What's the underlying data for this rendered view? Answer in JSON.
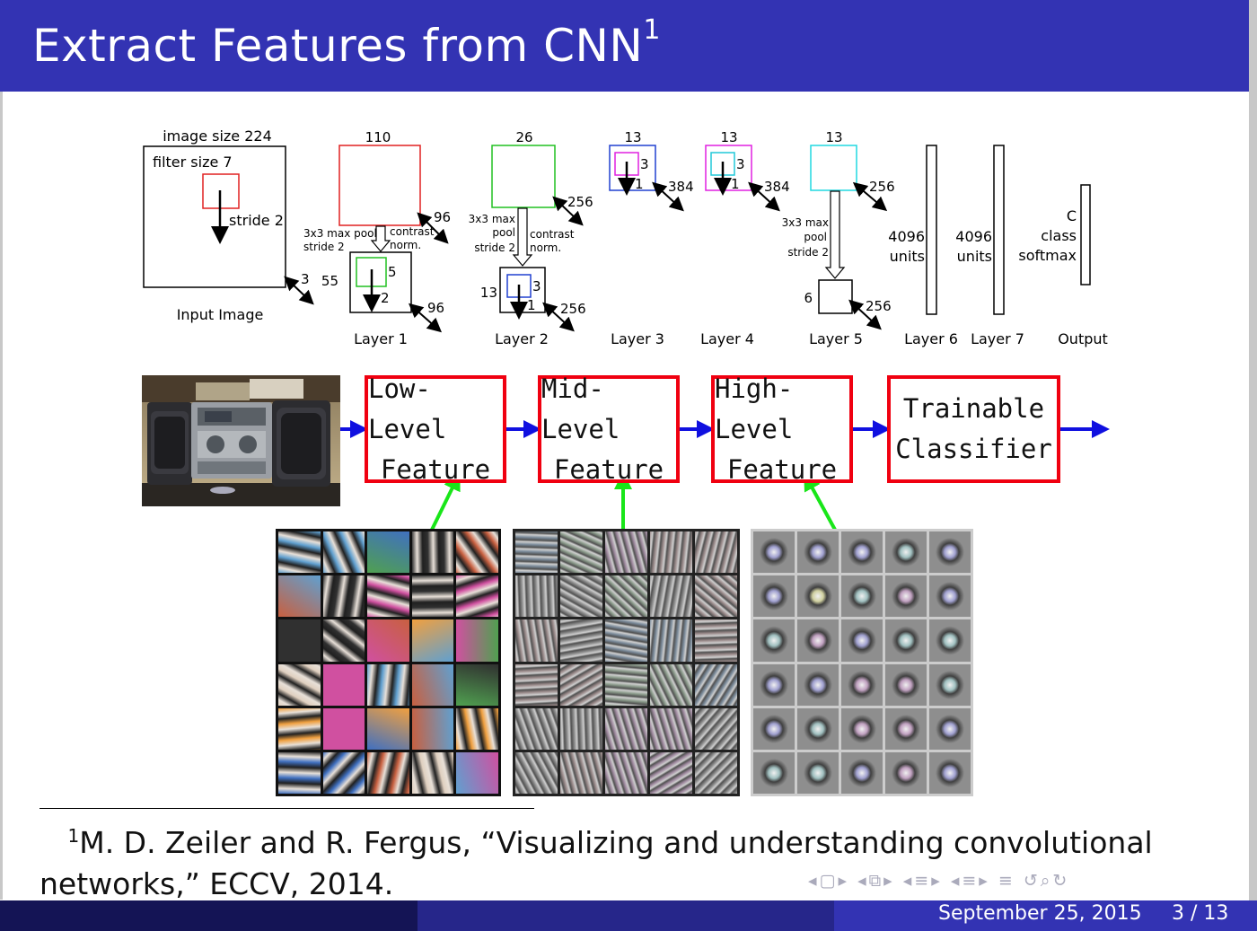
{
  "slide": {
    "title": "Extract Features from CNN",
    "title_sup": "1"
  },
  "architecture": {
    "input": {
      "top": "image size 224",
      "filter": "filter size 7",
      "stride": "stride 2",
      "depth": "3",
      "caption": "Input Image"
    },
    "layer1": {
      "size": "110",
      "depth": "96",
      "pool": "3x3 max pool",
      "pool2": "stride 2",
      "contrast": "contrast",
      "norm": "norm.",
      "out_size": "55",
      "filter": "5",
      "stride": "2",
      "out_depth": "96",
      "caption": "Layer 1"
    },
    "layer2": {
      "size": "26",
      "depth": "256",
      "pool_a": "3x3 max",
      "pool_b": "pool",
      "pool_c": "stride 2",
      "contrast": "contrast",
      "norm": "norm.",
      "out_size": "13",
      "filter": "3",
      "stride": "1",
      "out_depth": "256",
      "caption": "Layer 2"
    },
    "layer3": {
      "size": "13",
      "filter": "3",
      "stride": "1",
      "depth": "384",
      "caption": "Layer 3"
    },
    "layer4": {
      "size": "13",
      "filter": "3",
      "stride": "1",
      "depth": "384",
      "caption": "Layer 4"
    },
    "layer5": {
      "size": "13",
      "depth": "256",
      "pool_a": "3x3 max",
      "pool_b": "pool",
      "pool_c": "stride 2",
      "out_size": "6",
      "out_depth": "256",
      "caption": "Layer 5"
    },
    "layer6": {
      "units_a": "4096",
      "units_b": "units",
      "caption": "Layer 6"
    },
    "layer7": {
      "units_a": "4096",
      "units_b": "units",
      "caption": "Layer 7"
    },
    "output": {
      "c": "C",
      "class": "class",
      "softmax": "softmax",
      "caption": "Output"
    }
  },
  "pipeline": {
    "stages": [
      {
        "line1": "Low-Level",
        "line2": "Feature"
      },
      {
        "line1": "Mid-Level",
        "line2": "Feature"
      },
      {
        "line1": "High-Level",
        "line2": "Feature"
      },
      {
        "line1": "Trainable",
        "line2": "Classifier"
      }
    ],
    "colors": {
      "stage_border": "#f00010",
      "arrow": "#1010e0",
      "feature_arrow": "#19e619"
    }
  },
  "footnote": {
    "mark": "1",
    "text": "M. D. Zeiler and R. Fergus, “Visualizing and understanding convolutional networks,” ECCV, 2014."
  },
  "footer": {
    "date": "September 25, 2015",
    "page": "3 / 13",
    "nav_icons": [
      "nav-prev-frame-icon",
      "nav-next-frame-icon",
      "nav-prev-section-icon",
      "nav-next-section-icon",
      "nav-search-icon"
    ]
  },
  "colors": {
    "header_bg": "#3333b3",
    "footer_dark": "#141455",
    "footer_mid": "#26268a"
  }
}
